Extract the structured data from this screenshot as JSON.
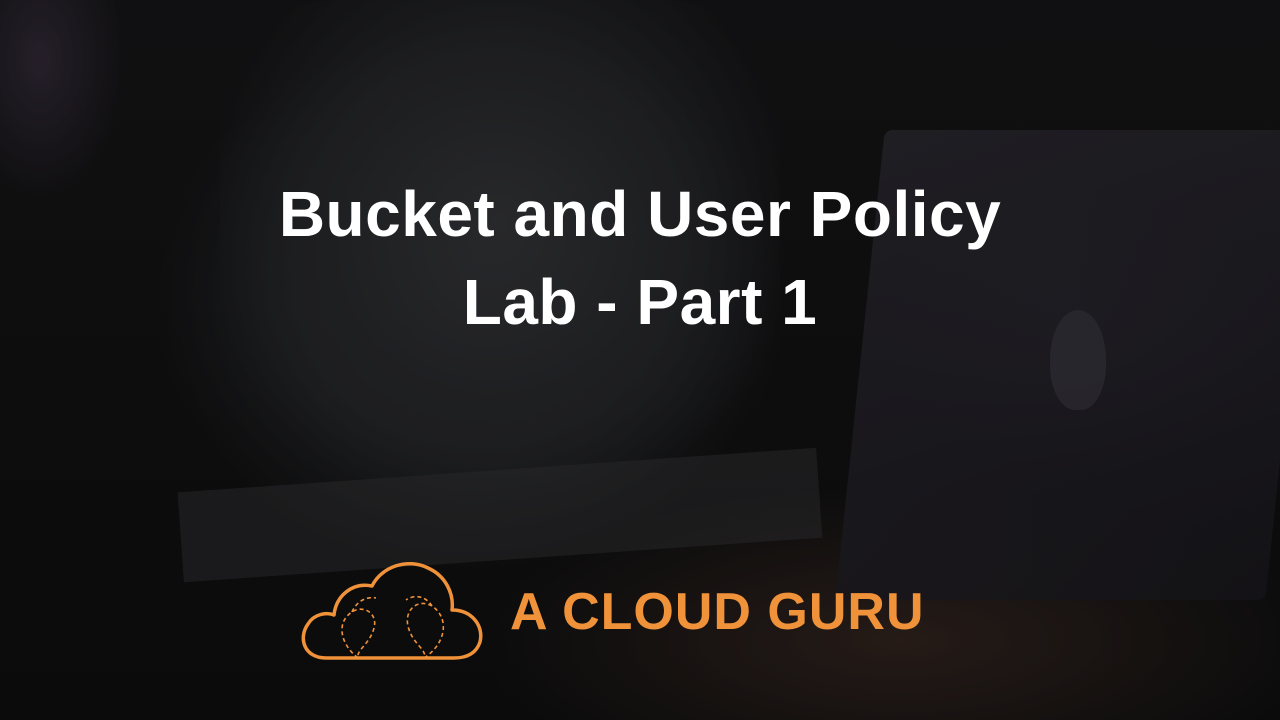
{
  "slide": {
    "title_line1": "Bucket and User Policy",
    "title_line2": "Lab - Part 1",
    "brand": {
      "name": "A CLOUD GURU",
      "logo_icon": "cloud-logo-icon",
      "color": "#f0923a"
    },
    "text_color": "#ffffff"
  }
}
